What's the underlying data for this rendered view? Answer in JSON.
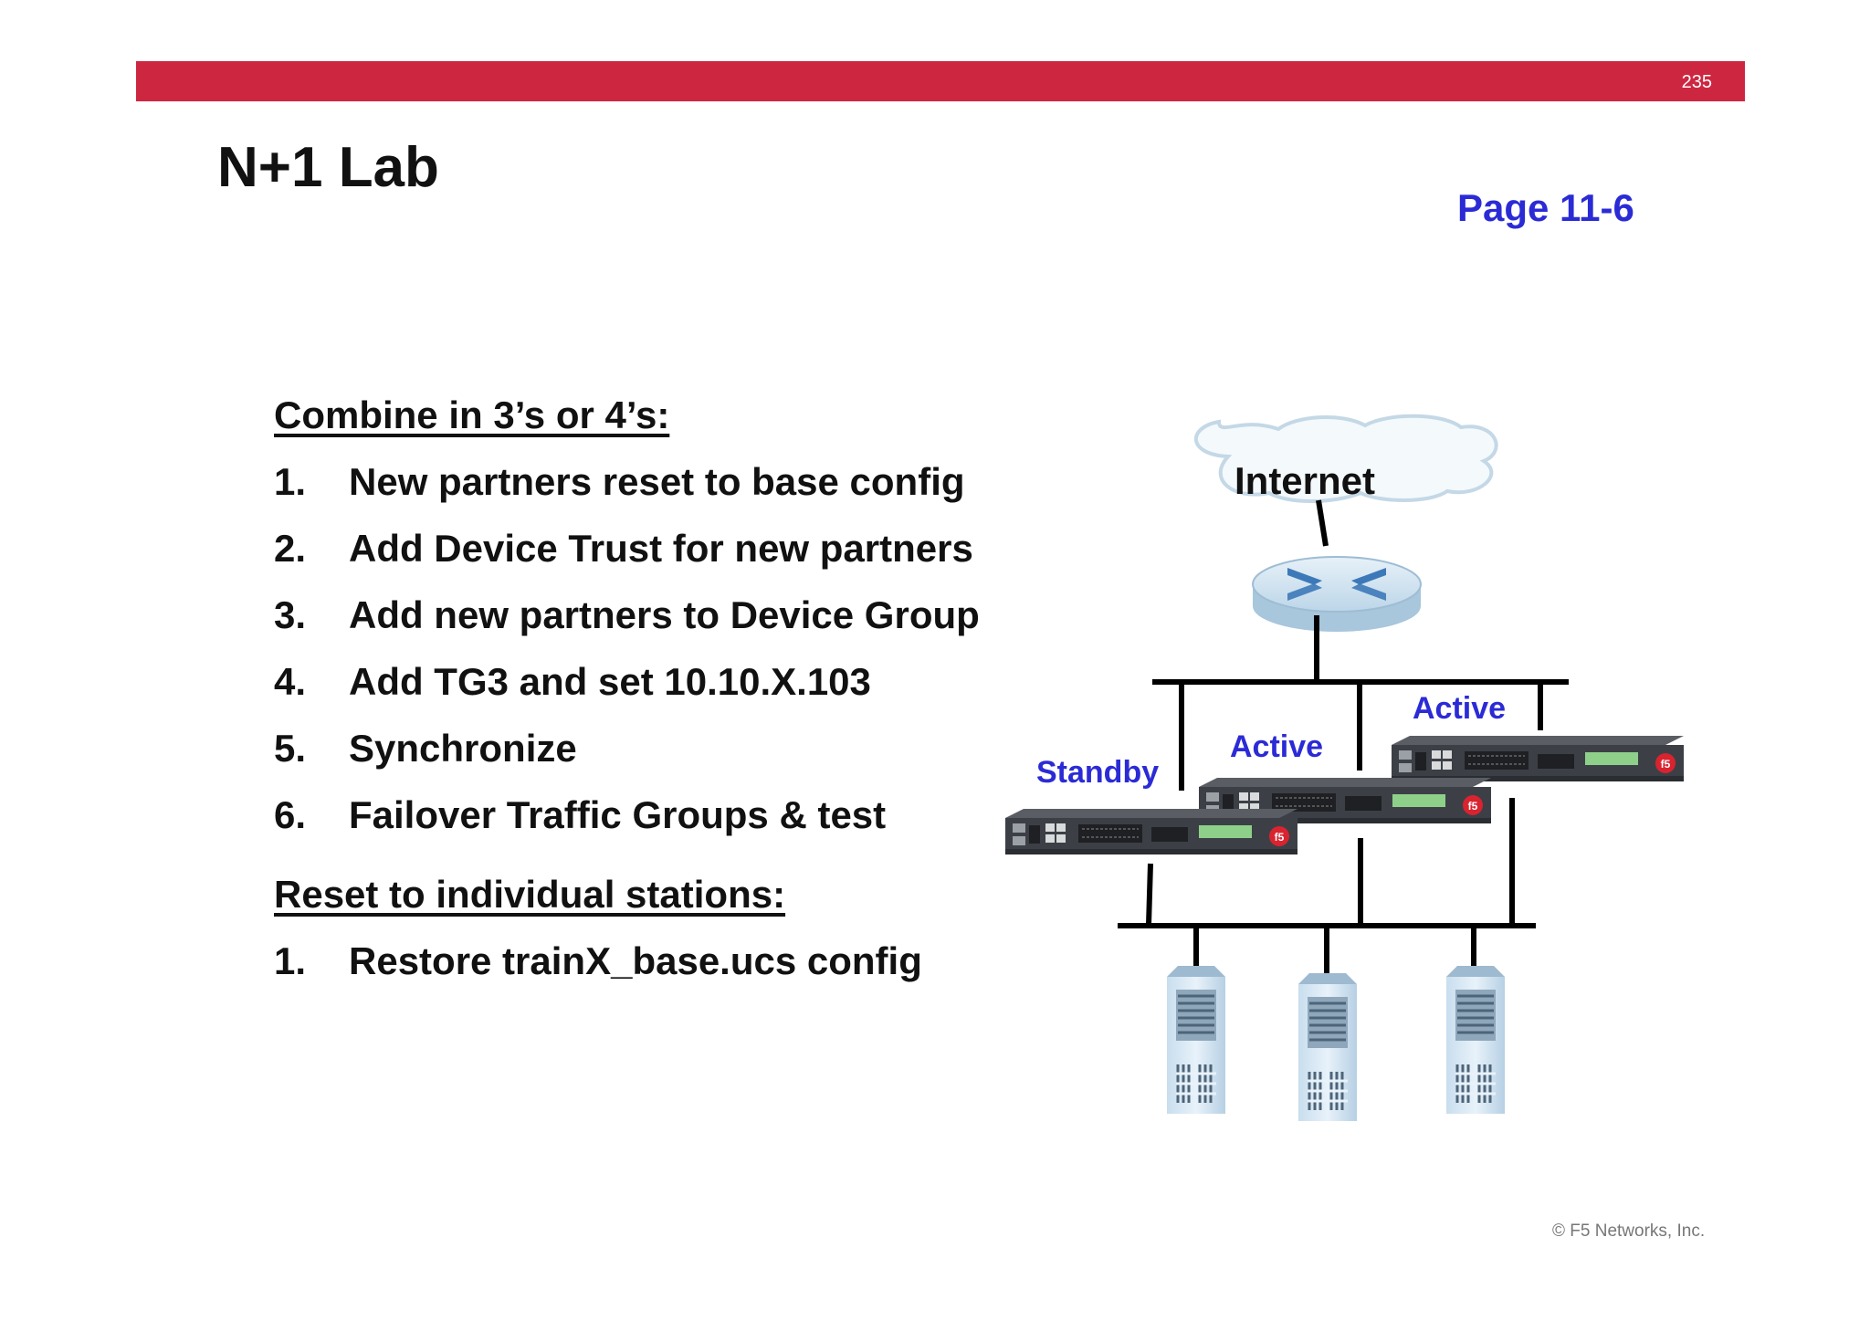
{
  "slide": {
    "number": "235",
    "title": "N+1 Lab",
    "page_reference": "Page 11-6",
    "copyright": "© F5 Networks, Inc."
  },
  "colors": {
    "brand_red": "#cd2641",
    "label_blue": "#2b2bd6",
    "text": "#111111"
  },
  "instructions": {
    "combine_heading": "Combine in 3’s or 4’s:",
    "combine_steps": [
      {
        "num": "1.",
        "text": "New partners reset to base config"
      },
      {
        "num": "2.",
        "text": "Add Device Trust for new partners"
      },
      {
        "num": "3.",
        "text": "Add new partners to Device Group"
      },
      {
        "num": "4.",
        "text": "Add TG3 and set 10.10.X.103"
      },
      {
        "num": "5.",
        "text": "Synchronize"
      },
      {
        "num": "6.",
        "text": "Failover Traffic Groups & test"
      }
    ],
    "reset_heading": "Reset to individual stations:",
    "reset_steps": [
      {
        "num": "1.",
        "text": "Restore trainX_base.ucs config"
      }
    ]
  },
  "diagram": {
    "internet_label": "Internet",
    "device_labels": [
      "Standby",
      "Active",
      "Active"
    ],
    "icons": [
      "cloud-icon",
      "router-icon",
      "bigip-appliance-icon",
      "server-icon"
    ]
  }
}
